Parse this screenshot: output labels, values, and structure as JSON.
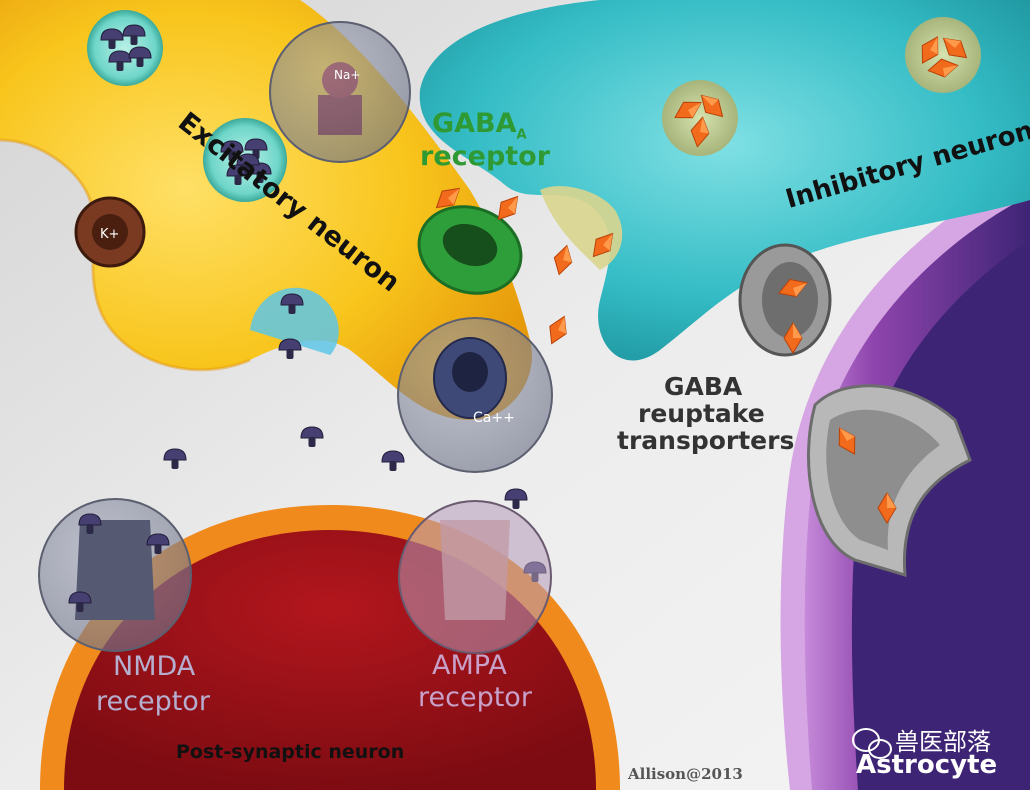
{
  "labels": {
    "excitatory": "Excitatory neuron",
    "inhibitory": "Inhibitory neuron",
    "gaba_a_line1": "GABA",
    "gaba_a_sub": "A",
    "gaba_a_line2": "receptor",
    "gaba_reuptake_1": "GABA",
    "gaba_reuptake_2": "reuptake",
    "gaba_reuptake_3": "transporters",
    "nmda_1": "NMDA",
    "nmda_2": "receptor",
    "ampa_1": "AMPA",
    "ampa_2": "receptor",
    "post_synaptic": "Post-synaptic neuron",
    "astrocyte": "Astrocyte",
    "credit": "Allison@2013",
    "watermark": "兽医部落"
  },
  "ions": {
    "na": "Na+",
    "k": "K+",
    "ca": "Ca++"
  },
  "colors": {
    "excitatory": "#f7c21c",
    "inhibitory": "#2fb7c0",
    "gaba_receptor": "#2e9e3a",
    "post_synaptic": "#a5141b",
    "post_synaptic_rim": "#f08a1c",
    "astrocyte": "#4b2c86",
    "astrocyte_rim": "#9b5bb5",
    "gaba_molecule": "#f26a1b",
    "glutamate": "#3b3560"
  }
}
